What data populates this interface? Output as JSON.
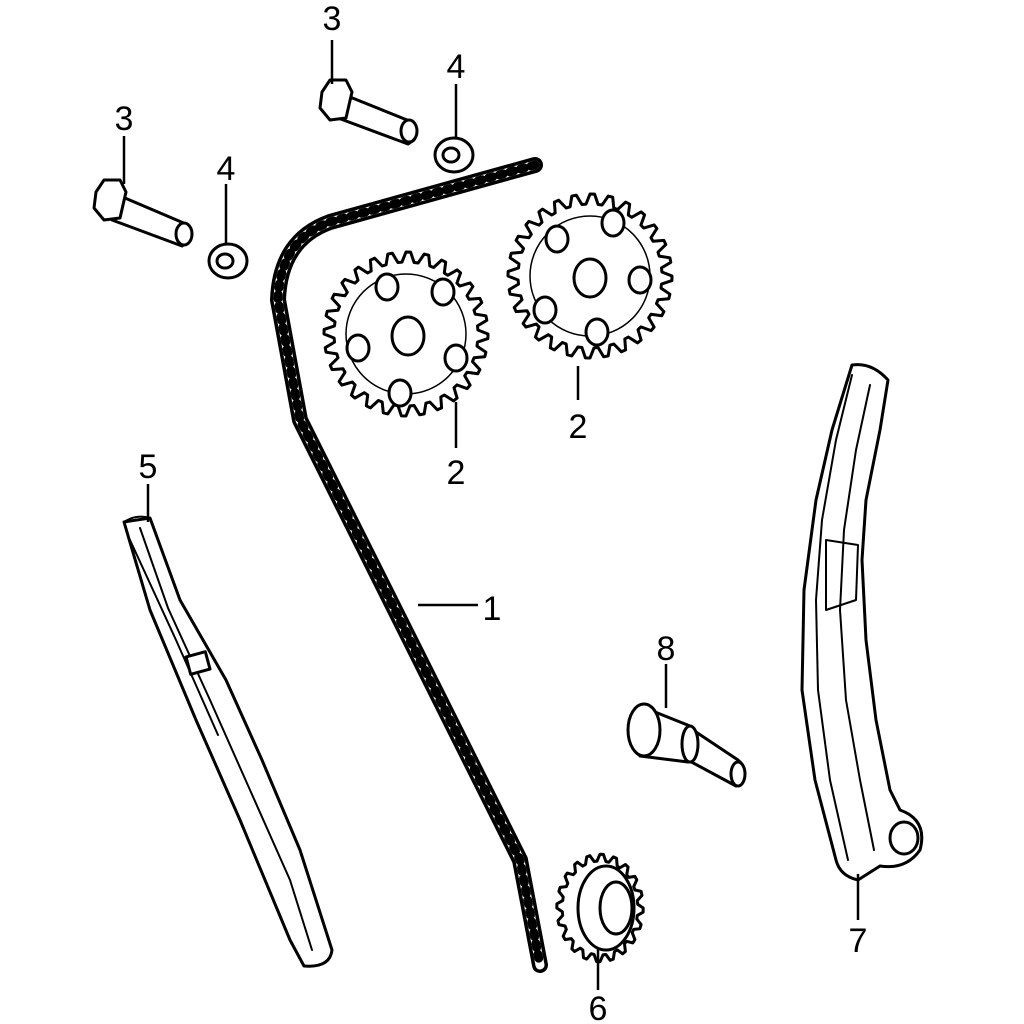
{
  "callouts": {
    "chain": "1",
    "sprocket_left": "2",
    "sprocket_right": "2",
    "bolt_upper": "3",
    "bolt_lower": "3",
    "washer_upper": "4",
    "washer_lower": "4",
    "guide_left": "5",
    "crank_sprocket": "6",
    "guide_right": "7",
    "pin": "8"
  },
  "colors": {
    "line": "#000000",
    "background": "#ffffff"
  }
}
